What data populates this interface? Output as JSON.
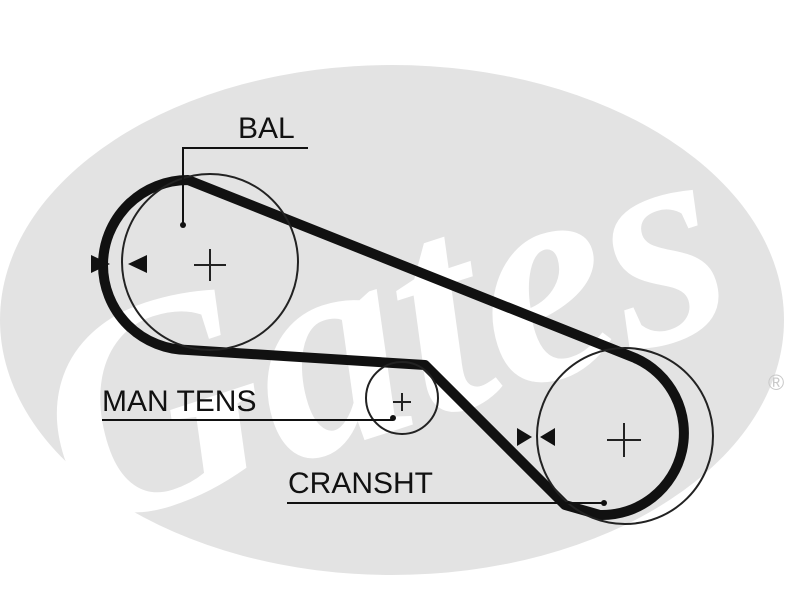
{
  "labels": {
    "bal": "BAL",
    "man_tens": "MAN TENS",
    "cransht": "CRANSHT"
  },
  "watermark": {
    "logo_text": "Gates",
    "registered_mark": "®"
  },
  "colors": {
    "belt": "#111111",
    "watermark_background": "#e3e3e3",
    "watermark_text": "#ffffff",
    "pulley_outline": "#222222"
  }
}
